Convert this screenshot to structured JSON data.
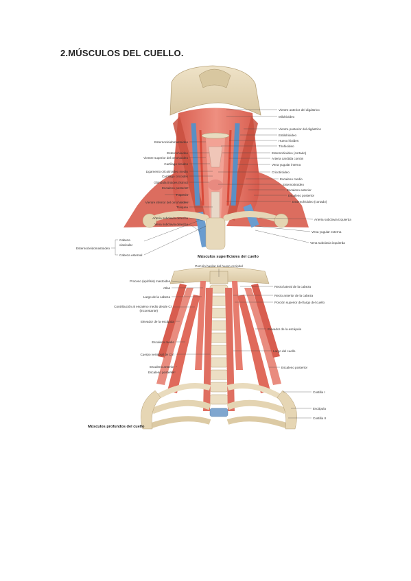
{
  "title": "2.MÚSCULOS DEL CUELLO.",
  "colors": {
    "muscle": "#e0675a",
    "muscle_light": "#ef9a8e",
    "bone": "#e9dcc0",
    "vein": "#5b8fc4",
    "artery": "#d84a3a"
  },
  "superficial": {
    "caption": "Músculos superficiales del cuello",
    "left_labels": [
      "Esternocleidomastoideo",
      "Esternohioideo",
      "Vientre superior del omohioideo",
      "Cartílago tiroides",
      "Ligamento cricotiroideo medio",
      "Cartílago cricoides",
      "Glándula tiroides (istmo)",
      "Escaleno posterior",
      "Trapecio",
      "Vientre inferior del omohioideo",
      "Tráquea",
      "Arteria subclavia derecha",
      "Vena subclavia derecha"
    ],
    "right_labels": [
      "Vientre anterior del digástrico",
      "Milohioideo",
      "Vientre posterior del digástrico",
      "Estilohioideo",
      "Hueso hioides",
      "Tirohioideo",
      "Esternohioideo (cortado)",
      "Arteria carótida común",
      "Vena yugular interna",
      "Cricotiroideo",
      "Escaleno medio",
      "Esternotiroideo",
      "Escaleno anterior",
      "Escaleno posterior",
      "Esternohioideo (cortado)",
      "Arteria subclavia izquierda",
      "Vena yugular externa",
      "Vena subclavia izquierda"
    ],
    "scm": {
      "label": "Esternocleidomastoideo",
      "head_clavicular": "Cabeza clavicular",
      "head_sternal": "Cabeza esternal"
    }
  },
  "deep": {
    "caption": "Músculos profundos del cuello",
    "top_label": "Porción basilar del hueso occipital",
    "left_labels": [
      "Proceso (apófisis) mastoides",
      "Atlas",
      "Largo de la cabeza",
      "Contribución al escaleno medio desde CI (inconstante)",
      "Elevador de la escápula",
      "Escaleno medio",
      "Cuerpo vertebral de CVI",
      "Escaleno anterior",
      "Escaleno posterior"
    ],
    "right_labels": [
      "Recto lateral de la cabeza",
      "Recto anterior de la cabeza",
      "Porción superior del largo del cuello",
      "Elevador de la escápula",
      "Largo del cuello",
      "Escaleno posterior",
      "Costilla I",
      "Escápula",
      "Costilla II"
    ]
  }
}
